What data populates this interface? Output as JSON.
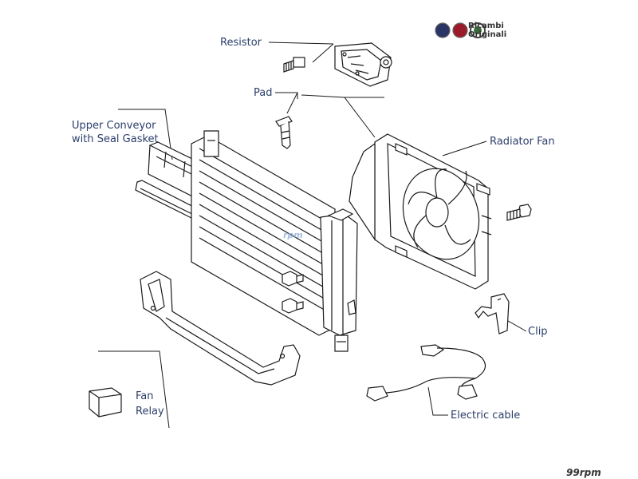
{
  "labels": {
    "resistor": "Resistor",
    "pad": "Pad",
    "upper_conveyor_line1": "Upper Conveyor",
    "upper_conveyor_line2": "with Seal Gasket",
    "radiator_fan": "Radiator Fan",
    "clip": "Clip",
    "fan_relay_line1": "Fan",
    "fan_relay_line2": "Relay",
    "electric_cable": "Electric cable"
  },
  "branding": {
    "line1": "Ricambi",
    "line2": "Originali",
    "watermark": "99rpm",
    "watermark_center": "rpm"
  },
  "colors": {
    "label_text": "#2c3e6b",
    "line_art": "#1a1a1a"
  }
}
